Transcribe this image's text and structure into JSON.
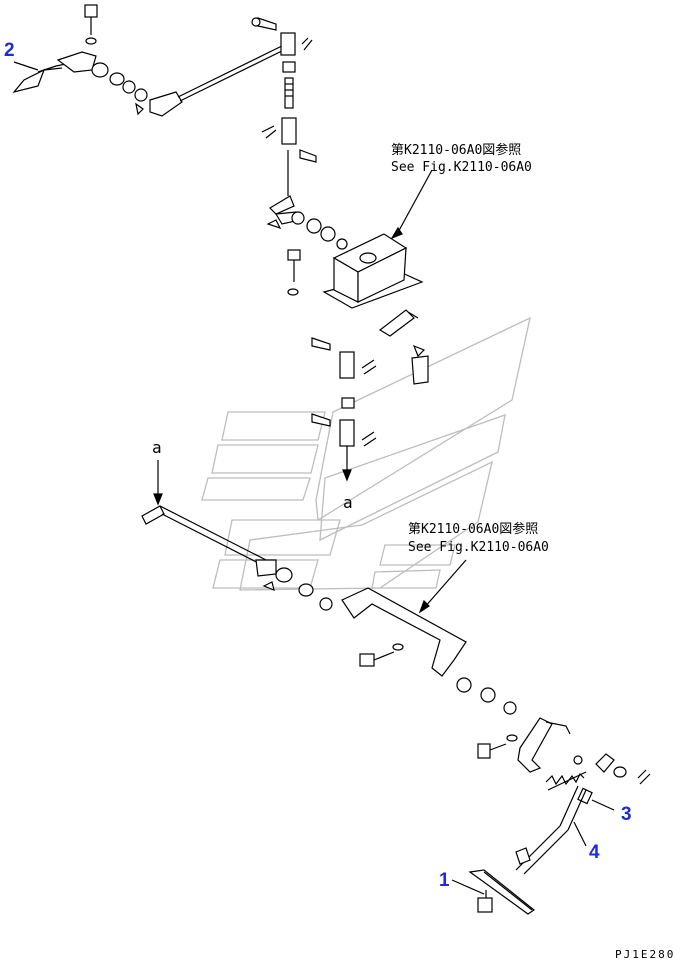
{
  "callouts": {
    "c1": "1",
    "c2": "2",
    "c3": "3",
    "c4": "4"
  },
  "references": {
    "upper_jp": "第K2110-06A0図参照",
    "upper_en": "See Fig.K2110-06A0",
    "lower_jp": "第K2110-06A0図参照",
    "lower_en": "See Fig.K2110-06A0"
  },
  "markers": {
    "a_left": "a",
    "a_center": "a"
  },
  "drawing_code": "PJ1E280"
}
